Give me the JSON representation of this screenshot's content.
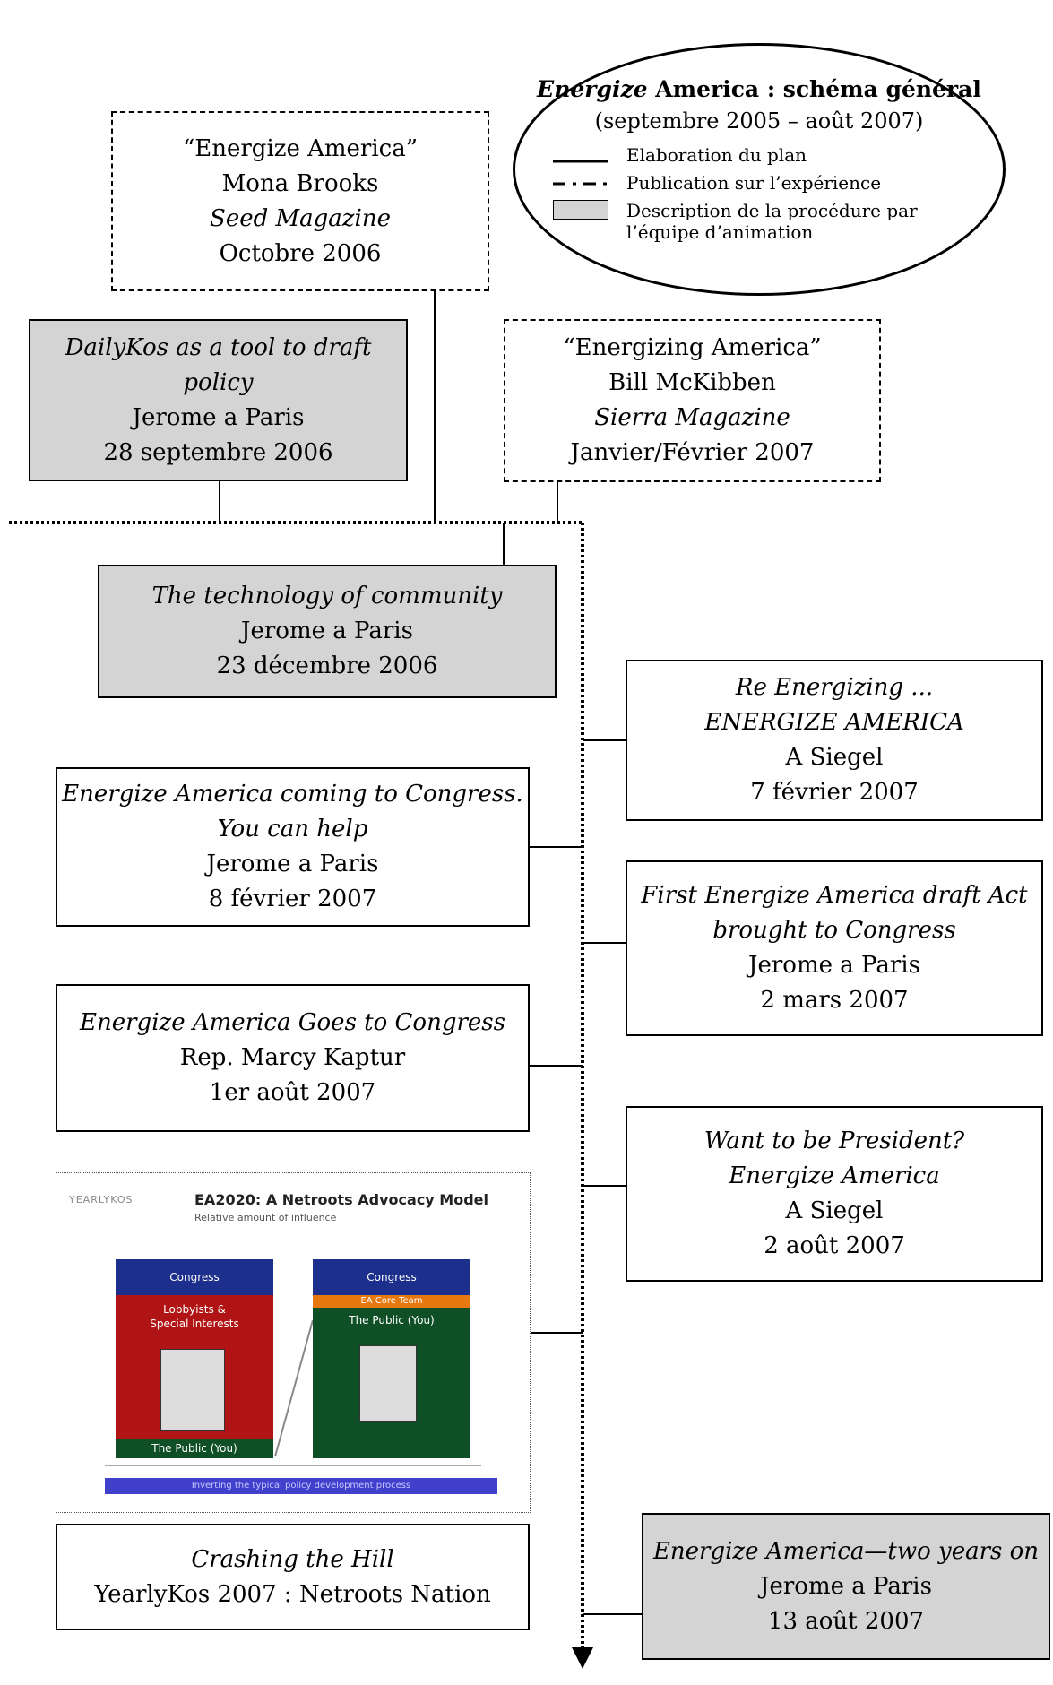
{
  "legend": {
    "title_em": "Energize",
    "title_rest": " America : schéma général",
    "subtitle": "(septembre 2005 – août 2007)",
    "items": [
      {
        "style": "solid",
        "label": "Elaboration du plan"
      },
      {
        "style": "dashdot",
        "label": "Publication sur l’expérience"
      },
      {
        "style": "grey-box",
        "label": "Description de la procédure par l’équipe d’animation"
      }
    ]
  },
  "nodes": {
    "seed": {
      "title": "“Energize America”",
      "author": "Mona Brooks",
      "source": "Seed Magazine",
      "date": "Octobre 2006"
    },
    "dailykos": {
      "title": "DailyKos as a tool to draft policy",
      "author": "Jerome a Paris",
      "date": "28 septembre 2006"
    },
    "sierra": {
      "title": "“Energizing America”",
      "author": "Bill McKibben",
      "source": "Sierra Magazine",
      "date": "Janvier/Février 2007"
    },
    "technology": {
      "title": "The technology of community",
      "author": "Jerome a Paris",
      "date": "23 décembre 2006"
    },
    "reenergizing": {
      "title_line1": "Re Energizing ...",
      "title_line2": "ENERGIZE AMERICA",
      "author": "A Siegel",
      "date": "7 février 2007"
    },
    "coming": {
      "title_line1": "Energize America coming to Congress.",
      "title_line2": "You can help",
      "author": "Jerome a Paris",
      "date": "8 février 2007"
    },
    "firstdraft": {
      "title_line1": "First Energize America draft Act",
      "title_line2": "brought to Congress",
      "author": "Jerome a Paris",
      "date": "2 mars 2007"
    },
    "goes": {
      "title": "Energize America Goes to Congress",
      "author": "Rep. Marcy Kaptur",
      "date": "1er août 2007"
    },
    "president": {
      "title_line1": "Want to be President?",
      "title_line2": "Energize America",
      "author": "A Siegel",
      "date": "2 août 2007"
    },
    "crashing": {
      "title": "Crashing the Hill",
      "event": "YearlyKos 2007 : Netroots Nation"
    },
    "twoyears": {
      "title": "Energize America—two years on",
      "author": "Jerome a Paris",
      "date": "13 août 2007"
    }
  },
  "slide": {
    "logo": "YEARLYKOS",
    "title": "EA2020:  A Netroots Advocacy Model",
    "subtitle": "Relative amount of influence",
    "left_panel": {
      "head": "Congress",
      "line1": "Lobbyists &",
      "line2": "Special Interests",
      "footer": "The Public (You)"
    },
    "right_panel": {
      "head": "Congress",
      "band": "EA Core Team",
      "body": "The Public (You)"
    },
    "footer": "Inverting the typical policy development process"
  },
  "colors": {
    "grey_box": "#d4d4d4",
    "slide_blue": "#1c2f8c",
    "slide_red": "#b01414",
    "slide_green": "#0f4f26",
    "slide_orange": "#e6780f"
  }
}
